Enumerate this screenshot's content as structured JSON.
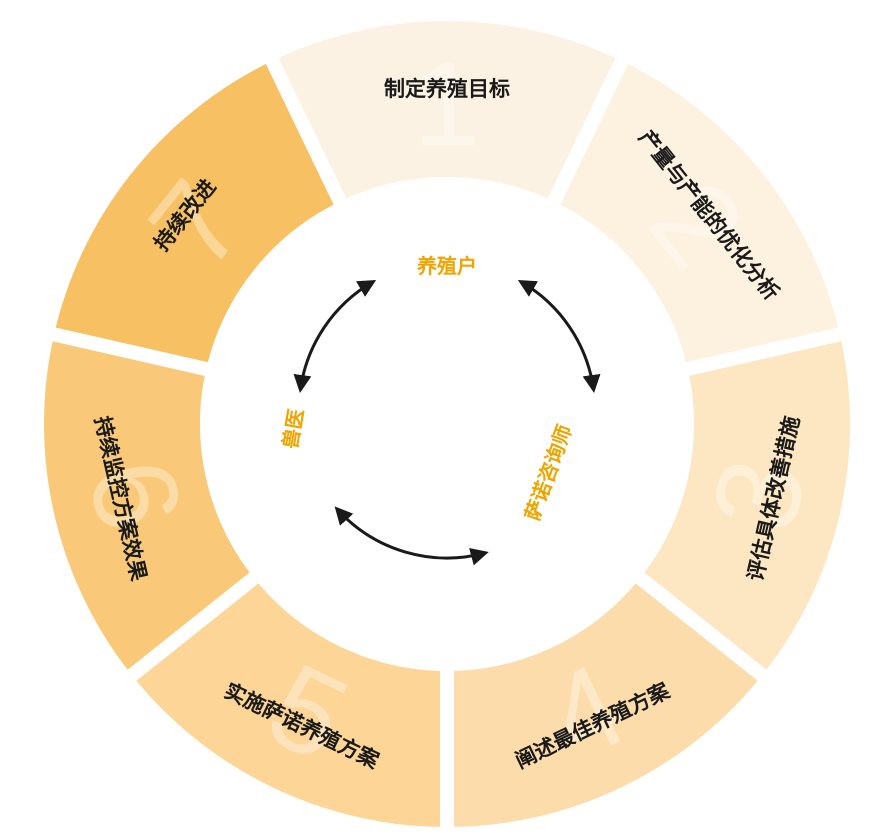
{
  "diagram": {
    "segments": [
      {
        "number": "1",
        "label": "制定养殖目标",
        "color": "#fcf2e3"
      },
      {
        "number": "2",
        "label": "产量与产能的优化分析",
        "color": "#fdf1e0"
      },
      {
        "number": "3",
        "label": "评估具体改善措施",
        "color": "#fde6c2"
      },
      {
        "number": "4",
        "label": "阐述最佳养殖方案",
        "color": "#fcdcab"
      },
      {
        "number": "5",
        "label": "实施萨诺养殖方案",
        "color": "#fcd597"
      },
      {
        "number": "6",
        "label": "持续监控方案效果",
        "color": "#f9c979"
      },
      {
        "number": "7",
        "label": "持续改进",
        "color": "#f7c062"
      }
    ],
    "center": {
      "farmer": "养殖户",
      "consultant": "萨诺咨询师",
      "vet": "兽医",
      "accent_color": "#f0a400",
      "arrow_color": "#1a1a1a"
    }
  }
}
